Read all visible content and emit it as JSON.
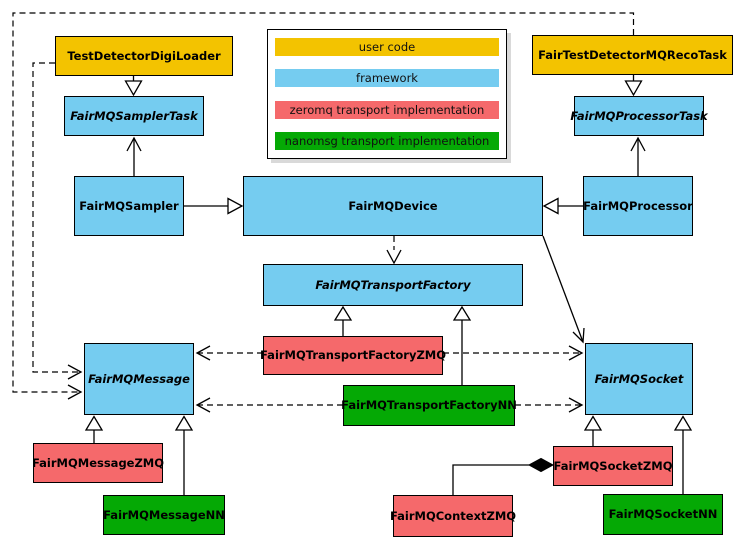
{
  "legend": {
    "items": [
      {
        "label": "user code",
        "color": "#F3C300",
        "category": "user-code"
      },
      {
        "label": "framework",
        "color": "#75CCF0",
        "category": "framework"
      },
      {
        "label": "zeromq transport implementation",
        "color": "#F5696B",
        "category": "zeromq"
      },
      {
        "label": "nanomsg transport implementation",
        "color": "#05A905",
        "category": "nanomsg"
      }
    ]
  },
  "nodes": {
    "digi_loader": {
      "label": "TestDetectorDigiLoader",
      "category": "user-code",
      "abstract": false
    },
    "reco_task": {
      "label": "FairTestDetectorMQRecoTask",
      "category": "user-code",
      "abstract": false
    },
    "sampler_task": {
      "label": "FairMQSamplerTask",
      "category": "framework",
      "abstract": true
    },
    "processor_task": {
      "label": "FairMQProcessorTask",
      "category": "framework",
      "abstract": true
    },
    "sampler": {
      "label": "FairMQSampler",
      "category": "framework",
      "abstract": false
    },
    "device": {
      "label": "FairMQDevice",
      "category": "framework",
      "abstract": false
    },
    "processor": {
      "label": "FairMQProcessor",
      "category": "framework",
      "abstract": false
    },
    "transport_factory": {
      "label": "FairMQTransportFactory",
      "category": "framework",
      "abstract": true
    },
    "transport_factory_zmq": {
      "label": "FairMQTransportFactoryZMQ",
      "category": "zeromq",
      "abstract": false
    },
    "transport_factory_nn": {
      "label": "FairMQTransportFactoryNN",
      "category": "nanomsg",
      "abstract": false
    },
    "message": {
      "label": "FairMQMessage",
      "category": "framework",
      "abstract": true
    },
    "socket": {
      "label": "FairMQSocket",
      "category": "framework",
      "abstract": true
    },
    "message_zmq": {
      "label": "FairMQMessageZMQ",
      "category": "zeromq",
      "abstract": false
    },
    "message_nn": {
      "label": "FairMQMessageNN",
      "category": "nanomsg",
      "abstract": false
    },
    "context_zmq": {
      "label": "FairMQContextZMQ",
      "category": "zeromq",
      "abstract": false
    },
    "socket_zmq": {
      "label": "FairMQSocketZMQ",
      "category": "zeromq",
      "abstract": false
    },
    "socket_nn": {
      "label": "FairMQSocketNN",
      "category": "nanomsg",
      "abstract": false
    }
  }
}
